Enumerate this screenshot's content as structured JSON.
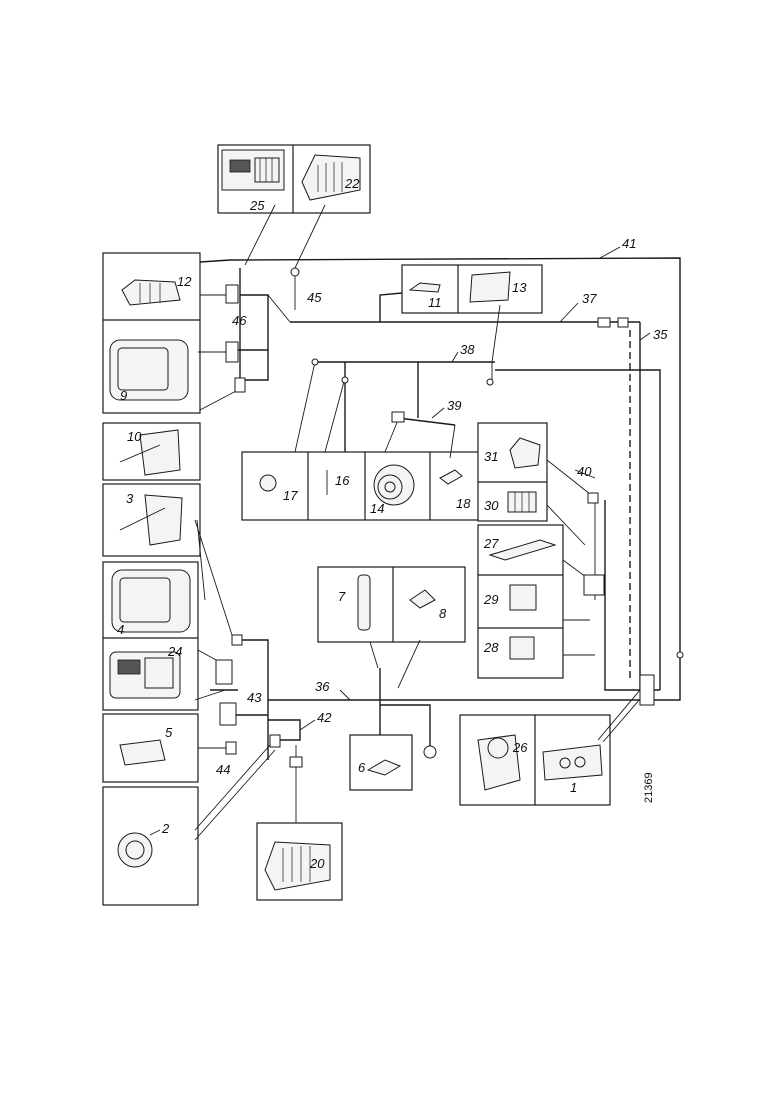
{
  "reference": "21369",
  "labels": {
    "l1": "1",
    "l2": "2",
    "l3": "3",
    "l4": "4",
    "l5": "5",
    "l6": "6",
    "l7": "7",
    "l8": "8",
    "l9": "9",
    "l10": "10",
    "l11": "11",
    "l12": "12",
    "l13": "13",
    "l14": "14",
    "l16": "16",
    "l17": "17",
    "l18": "18",
    "l20": "20",
    "l22": "22",
    "l24": "24",
    "l25": "25",
    "l26": "26",
    "l27": "27",
    "l28": "28",
    "l29": "29",
    "l30": "30",
    "l31": "31",
    "l35": "35",
    "l36": "36",
    "l37": "37",
    "l38": "38",
    "l39": "39",
    "l40": "40",
    "l41": "41",
    "l42": "42",
    "l43": "43",
    "l44": "44",
    "l45": "45",
    "l46": "46"
  }
}
